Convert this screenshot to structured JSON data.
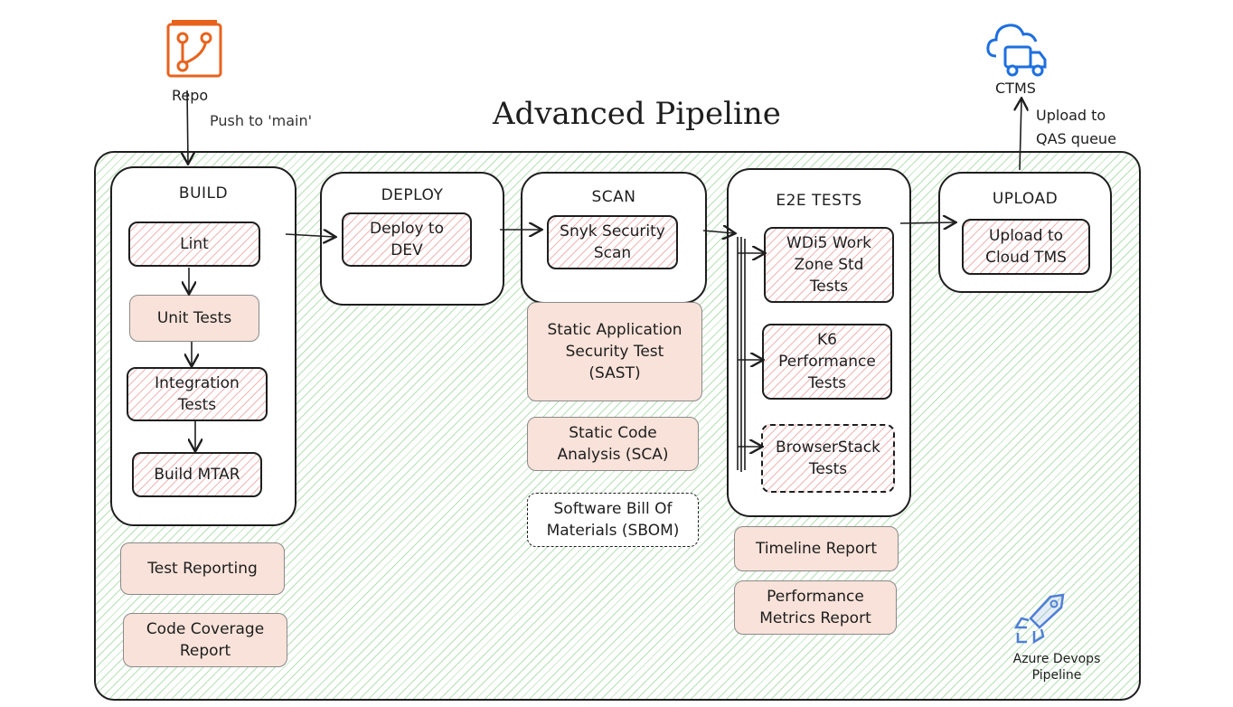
{
  "title": "Advanced Pipeline",
  "repo": {
    "label": "Repo",
    "trigger": "Push to 'main'"
  },
  "ctms": {
    "label": "CTMS",
    "upload_note": "Upload to\nQAS queue"
  },
  "stages": {
    "build": {
      "title": "BUILD",
      "steps": [
        "Lint",
        "Unit Tests",
        "Integration\nTests",
        "Build MTAR"
      ],
      "outputs": [
        "Test Reporting",
        "Code Coverage\nReport"
      ]
    },
    "deploy": {
      "title": "DEPLOY",
      "steps": [
        "Deploy to\nDEV"
      ]
    },
    "scan": {
      "title": "SCAN",
      "steps": [
        "Snyk Security\nScan"
      ],
      "outputs": [
        "Static Application\nSecurity Test\n(SAST)",
        "Static Code\nAnalysis (SCA)",
        "Software Bill Of\nMaterials (SBOM)"
      ]
    },
    "e2e": {
      "title": "E2E TESTS",
      "steps": [
        "WDi5 Work\nZone Std\nTests",
        "K6\nPerformance\nTests",
        "BrowserStack\nTests"
      ],
      "outputs": [
        "Timeline Report",
        "Performance\nMetrics Report"
      ]
    },
    "upload": {
      "title": "UPLOAD",
      "steps": [
        "Upload to\nCloud TMS"
      ]
    }
  },
  "azure": {
    "label": "Azure Devops\nPipeline"
  },
  "colors": {
    "repo": "#e8621c",
    "ctms": "#1d6fe0",
    "azure": "#4f7fd6",
    "stroke": "#1e1e1e"
  }
}
